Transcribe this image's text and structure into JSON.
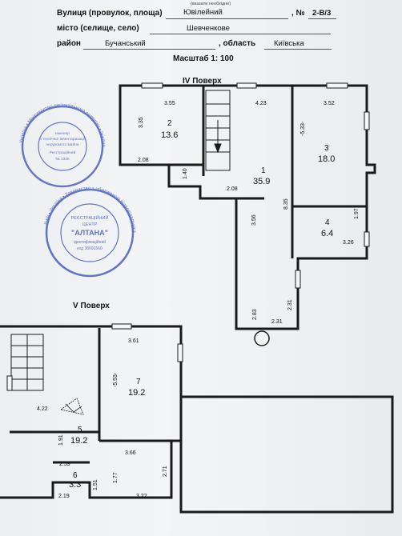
{
  "header": {
    "top_note": "(вказати необхідне)",
    "street_label": "Вулиця (провулок, площа)",
    "street_value": "Ювілейний",
    "number_label": ", №",
    "number_value": "2-В/3",
    "city_label": "місто (селище, село)",
    "city_value": "Шевченкове",
    "district_label": "район",
    "district_value": "Бучанський",
    "oblast_label": ", область",
    "oblast_value": "Київська",
    "scale": "Масштаб 1: 100"
  },
  "floors": [
    {
      "title": "IV Поверх",
      "rooms": [
        {
          "number": "2",
          "area": "13.6"
        },
        {
          "number": "1",
          "area": "35.9"
        },
        {
          "number": "3",
          "area": "18.0"
        },
        {
          "number": "4",
          "area": "6.4"
        }
      ],
      "dimensions": [
        "3.55",
        "4.23",
        "3.52",
        "3.35",
        "-5.33-",
        "2.08",
        "1.40",
        "2.08",
        "3.56",
        "8.35",
        "1.97",
        "3.26",
        "2.83",
        "2.31",
        "2.31"
      ]
    },
    {
      "title": "V Поверх",
      "rooms": [
        {
          "number": "7",
          "area": "19.2"
        },
        {
          "number": "5",
          "area": "19.2"
        },
        {
          "number": "6",
          "area": "3.3"
        }
      ],
      "dimensions": [
        "3.61",
        "-5.53-",
        "4.22",
        "1.91",
        "3.66",
        "2.59",
        "1.77",
        "2.71",
        "2.19",
        "1.51",
        "3.22"
      ]
    }
  ],
  "stamps": [
    {
      "outer_text": "Україна • Міністерство регіонального розвитку • Інженер з технічної інвентаризації",
      "center_lines": [
        "Інженер",
        "з технічної інвентаризації",
        "нерухомого майна",
        "Реєстраційний",
        "№ 1345"
      ]
    },
    {
      "outer_text": "Київ • Україна • Товариство з обмеженою відповідальністю",
      "center_lines": [
        "РЕЄСТРАЦІЙНИЙ",
        "ЦЕНТР",
        "\"АЛТАНА\"",
        "ідентифікаційний",
        "код 38091560"
      ]
    }
  ],
  "colors": {
    "ink": "#111111",
    "wall": "#1a1a1a",
    "stamp": "#3f55b8",
    "paper": "#eef0f2"
  }
}
